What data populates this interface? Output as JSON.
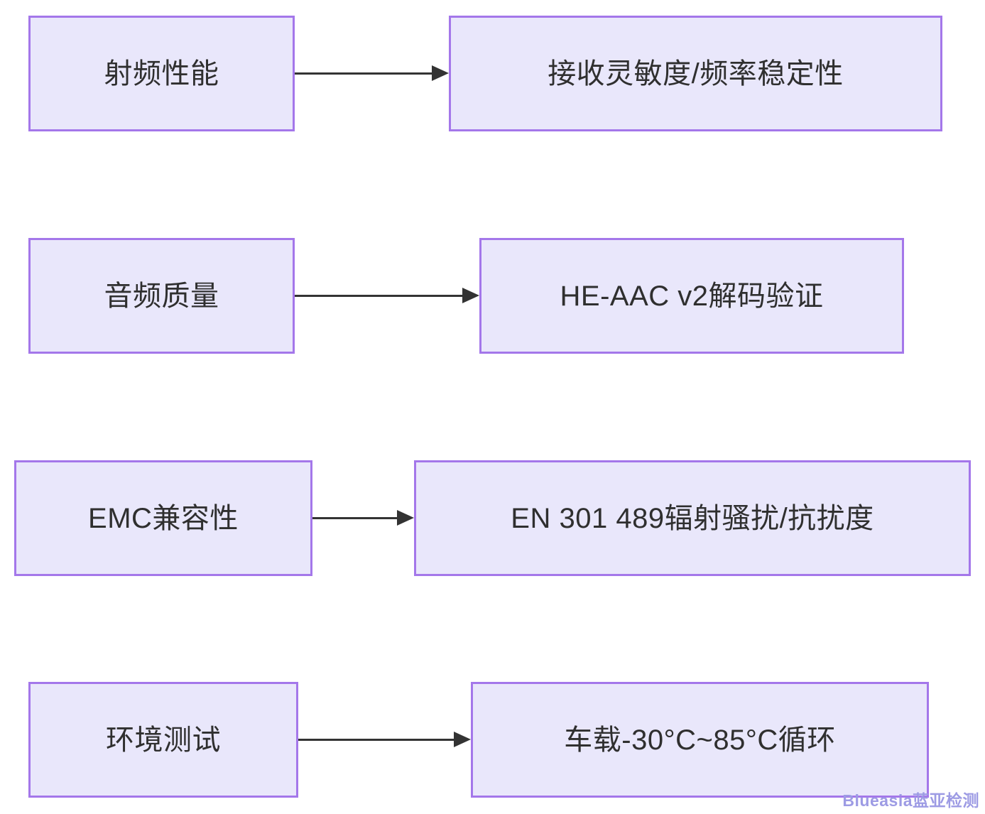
{
  "diagram": {
    "type": "flowchart",
    "direction": "left-to-right",
    "background_color": "#ffffff",
    "node_fill_color": "#e9e7fb",
    "node_border_color": "#a477ea",
    "node_text_color": "#2f2f2f",
    "edge_color": "#333333",
    "rows": [
      {
        "id": "row-rf",
        "source": {
          "id": "node-rf-performance",
          "label": "射频性能"
        },
        "target": {
          "id": "node-rf-target",
          "label": "接收灵敏度/频率稳定性"
        },
        "edge": {
          "id": "edge-rf",
          "label": "",
          "arrow": "right"
        }
      },
      {
        "id": "row-audio",
        "source": {
          "id": "node-audio-quality",
          "label": "音频质量"
        },
        "target": {
          "id": "node-audio-target",
          "label": "HE-AAC v2解码验证"
        },
        "edge": {
          "id": "edge-audio",
          "label": "",
          "arrow": "right"
        }
      },
      {
        "id": "row-emc",
        "source": {
          "id": "node-emc-compat",
          "label": "EMC兼容性"
        },
        "target": {
          "id": "node-emc-target",
          "label": "EN 301 489辐射骚扰/抗扰度"
        },
        "edge": {
          "id": "edge-emc",
          "label": "",
          "arrow": "right"
        }
      },
      {
        "id": "row-env",
        "source": {
          "id": "node-env-test",
          "label": "环境测试"
        },
        "target": {
          "id": "node-env-target",
          "label": "车载-30°C~85°C循环"
        },
        "edge": {
          "id": "edge-env",
          "label": "",
          "arrow": "right"
        }
      }
    ]
  },
  "watermark": {
    "text": "Blueasia蓝亚检测",
    "color": "#9d9be4"
  }
}
